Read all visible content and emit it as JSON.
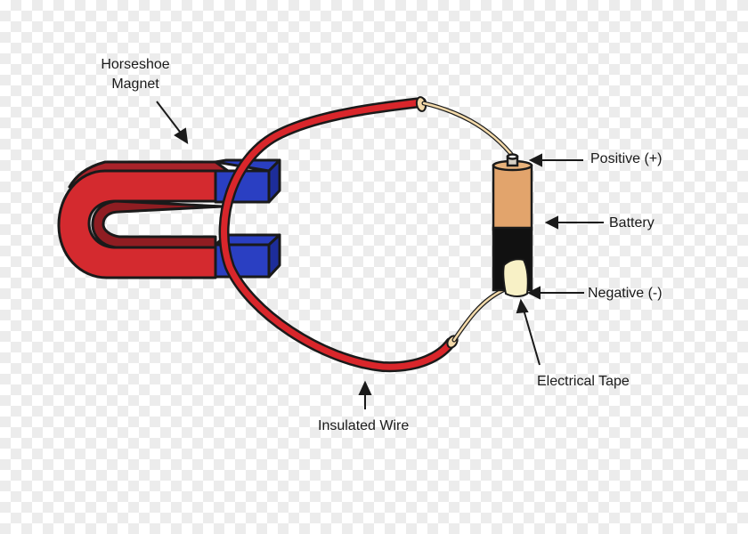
{
  "labels": {
    "magnet_line1": "Horseshoe",
    "magnet_line2": "Magnet",
    "positive": "Positive (+)",
    "battery": "Battery",
    "negative": "Negative (-)",
    "tape": "Electrical Tape",
    "wire": "Insulated Wire"
  },
  "colors": {
    "wire_red": "#d9262b",
    "magnet_red": "#d42a2f",
    "magnet_dark": "#8f1d22",
    "pole_blue": "#2a3fc2",
    "pole_blue_side": "#1d2d9a",
    "battery_tan": "#e2a46c",
    "battery_black": "#111111",
    "copper_lead": "#f3d9a9",
    "tape_cream": "#f8f1c6"
  }
}
